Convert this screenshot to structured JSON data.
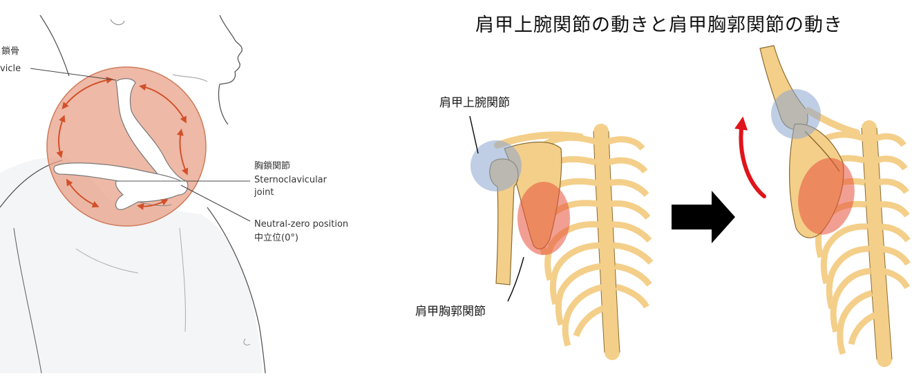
{
  "left_figure": {
    "clavicle_label_jp_partial": "鎖骨",
    "clavicle_label_en_partial": "vicle",
    "sc_joint_label_jp": "胸鎖関節",
    "sc_joint_label_en_line1": "Sternoclavicular",
    "sc_joint_label_en_line2": "joint",
    "neutral_label_en": "Neutral-zero position",
    "neutral_label_jp": "中立位(0°)"
  },
  "right_figure": {
    "title": "肩甲上腕関節の動きと肩甲胸郭関節の動き",
    "gh_joint_label": "肩甲上腕関節",
    "st_joint_label": "肩甲胸郭関節"
  },
  "colors": {
    "bone": "#f4cf8a",
    "bone_outline": "#8a6a2e",
    "rom_circle": "#e8a288",
    "rom_arrow": "#d2502a",
    "gh_highlight": "#8aa6cf",
    "st_highlight": "#e8503a",
    "rotation_arrow": "#e0141b",
    "transition_arrow": "#000000"
  }
}
